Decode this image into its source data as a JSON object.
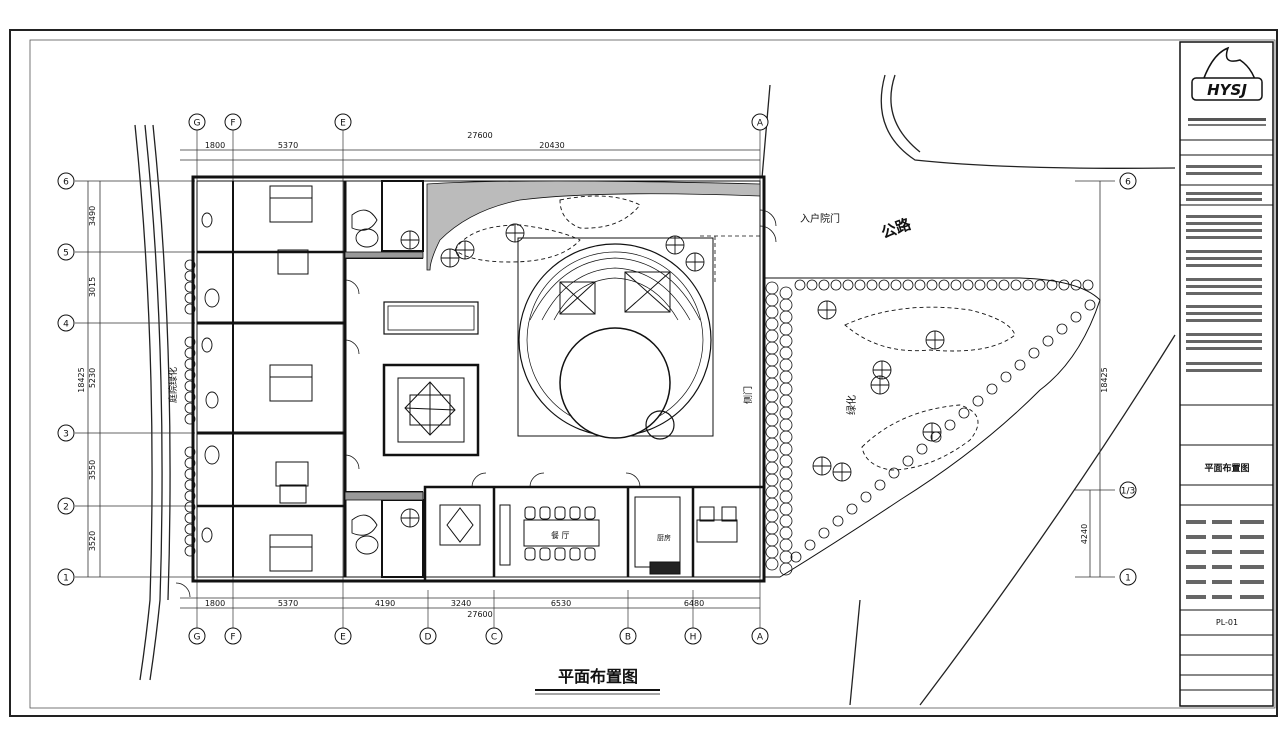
{
  "drawing": {
    "title": "平面布置图",
    "grid_columns_top": [
      "G",
      "F",
      "E",
      "A"
    ],
    "grid_columns_bottom": [
      "G",
      "F",
      "E",
      "D",
      "C",
      "B",
      "H",
      "A"
    ],
    "grid_rows_left": [
      "6",
      "5",
      "4",
      "3",
      "2",
      "1"
    ],
    "grid_rows_right": [
      "6",
      "1/3",
      "1"
    ],
    "dims_top": [
      "1800",
      "5370",
      "27600",
      "20430"
    ],
    "dims_bottom": [
      "1800",
      "5370",
      "4190",
      "3240",
      "6530",
      "6480"
    ],
    "dims_bottom_total": "27600",
    "dims_left": [
      "3490",
      "3015",
      "5230",
      "3550",
      "3520"
    ],
    "dims_left_total": "18425",
    "dims_right_total": "18425",
    "dims_right_sub": "4240",
    "room_labels": {
      "entrance": "入户院门",
      "road": "公路",
      "restaurant": "餐 厅",
      "kitchen": "厨房",
      "greenery_side": "绿化",
      "greenery_left": "庭院绿化",
      "side_gate": "侧门"
    }
  },
  "title_block": {
    "logo": "HYSJ",
    "drawing_name": "平面布置图",
    "drawing_no": "PL-01"
  }
}
